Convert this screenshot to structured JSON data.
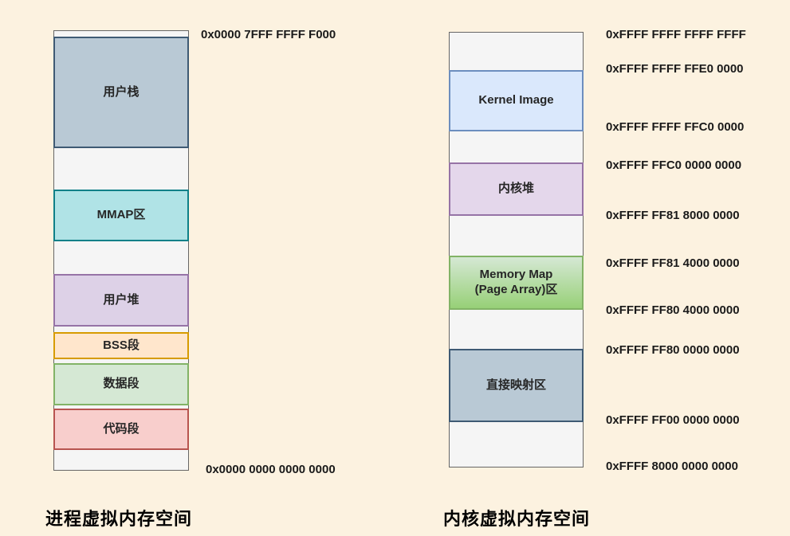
{
  "colors": {
    "background": "#fcf2e0",
    "container_fill": "#f5f5f5",
    "container_border": "#666666",
    "label_text": "#262626",
    "address_text": "#1a1a1a"
  },
  "process_space": {
    "title": "进程虚拟内存空间",
    "top_address": "0x0000 7FFF FFFF F000",
    "bottom_address": "0x0000 0000 0000 0000",
    "blocks": [
      {
        "label": "用户栈",
        "fill": "#b9c9d5",
        "border": "#3e5a74"
      },
      {
        "label": "MMAP区",
        "fill": "#b0e3e6",
        "border": "#0e8088"
      },
      {
        "label": "用户堆",
        "fill": "#ddd1e7",
        "border": "#9673a6"
      },
      {
        "label": "BSS段",
        "fill": "#ffe6cc",
        "border": "#d79b00"
      },
      {
        "label": "数据段",
        "fill": "#d5e8d4",
        "border": "#82b366"
      },
      {
        "label": "代码段",
        "fill": "#f8cecc",
        "border": "#b85450"
      }
    ]
  },
  "kernel_space": {
    "title": "内核虚拟内存空间",
    "blocks": [
      {
        "label": "Kernel Image",
        "fill": "#dae8fc",
        "border": "#6c8ebf"
      },
      {
        "label": "内核堆",
        "fill": "#e4d7eb",
        "border": "#9673a6"
      },
      {
        "label_line1": "Memory Map",
        "label_line2": "(Page Array)区",
        "fill": "#d5e8d4",
        "fill2": "#97d077",
        "border": "#82b366"
      },
      {
        "label": "直接映射区",
        "fill": "#b9c9d5",
        "border": "#3e5a74"
      }
    ],
    "addresses": [
      "0xFFFF FFFF FFFF FFFF",
      "0xFFFF FFFF FFE0 0000",
      "0xFFFF FFFF FFC0 0000",
      "0xFFFF FFC0 0000 0000",
      "0xFFFF FF81 8000 0000",
      "0xFFFF FF81 4000 0000",
      "0xFFFF FF80 4000 0000",
      "0xFFFF FF80 0000 0000",
      "0xFFFF FF00 0000 0000",
      "0xFFFF 8000 0000 0000"
    ]
  }
}
